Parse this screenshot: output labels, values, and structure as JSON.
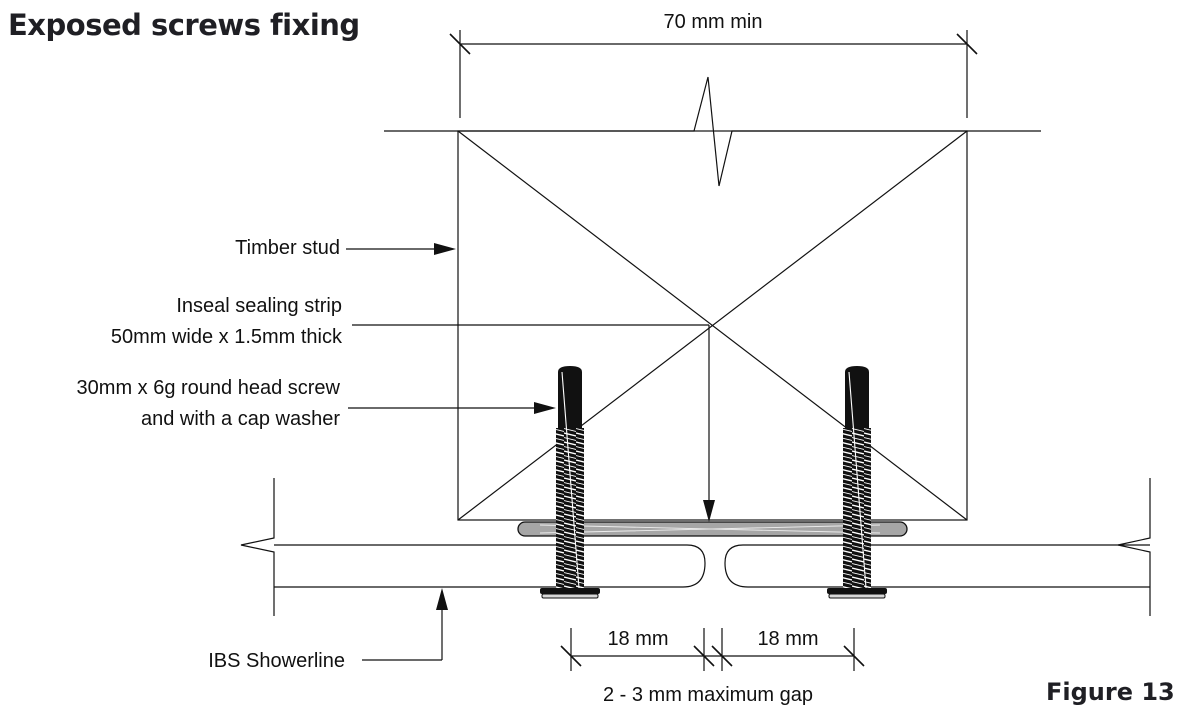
{
  "title": "Exposed screws fixing",
  "figure_label": "Figure 13",
  "dimensions": {
    "top": "70 mm min",
    "left_offset": "18 mm",
    "right_offset": "18 mm",
    "gap": "2 - 3 mm maximum gap"
  },
  "labels": {
    "timber_stud": "Timber stud",
    "sealing_strip_line1": "Inseal  sealing strip",
    "sealing_strip_line2": "50mm wide x 1.5mm thick",
    "screw_line1": "30mm x 6g round head screw",
    "screw_line2": "and with a cap washer",
    "showerline": "IBS Showerline"
  },
  "colors": {
    "line": "#111111",
    "sealing_strip": "#a6a6a6",
    "screw": "#111111",
    "title": "#1f1f24"
  }
}
